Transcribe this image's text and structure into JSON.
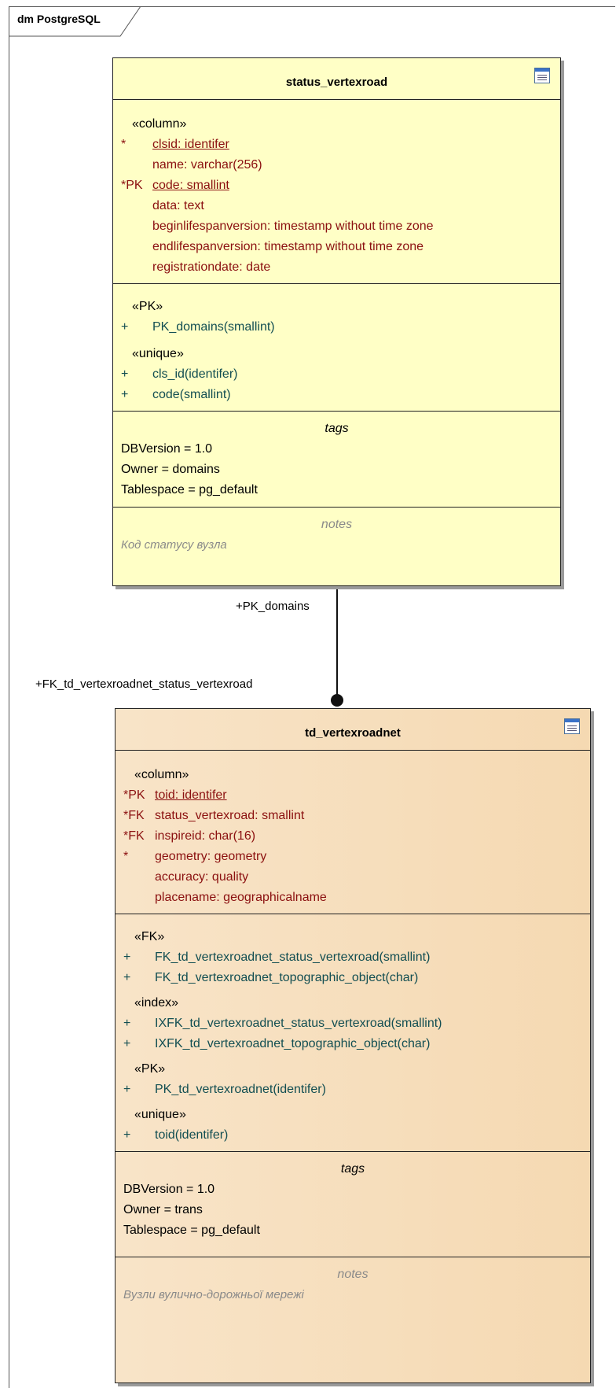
{
  "frame": {
    "label": "dm PostgreSQL"
  },
  "status_vertexroad": {
    "name": "status_vertexroad",
    "column_stereotype": "«column»",
    "columns": [
      {
        "marker": "*",
        "text": "clsid: identifer"
      },
      {
        "marker": "",
        "text": "name: varchar(256)"
      },
      {
        "marker": "*PK",
        "text": "code: smallint"
      },
      {
        "marker": "",
        "text": "data: text"
      },
      {
        "marker": "",
        "text": "beginlifespanversion: timestamp without time zone"
      },
      {
        "marker": "",
        "text": "endlifespanversion: timestamp without time zone"
      },
      {
        "marker": "",
        "text": "registrationdate: date"
      }
    ],
    "pk_stereotype": "«PK»",
    "pk_ops": [
      {
        "marker": "+",
        "text": "PK_domains(smallint)"
      }
    ],
    "unique_stereotype": "«unique»",
    "unique_ops": [
      {
        "marker": "+",
        "text": "cls_id(identifer)"
      },
      {
        "marker": "+",
        "text": "code(smallint)"
      }
    ],
    "tags_header": "tags",
    "tags": [
      "DBVersion = 1.0",
      "Owner = domains",
      "Tablespace = pg_default"
    ],
    "notes_header": "notes",
    "notes": "Код статусу вузла"
  },
  "td_vertexroadnet": {
    "name": "td_vertexroadnet",
    "column_stereotype": "«column»",
    "columns": [
      {
        "marker": "*PK",
        "text": "toid: identifer"
      },
      {
        "marker": "*FK",
        "text": "status_vertexroad: smallint"
      },
      {
        "marker": "*FK",
        "text": "inspireid: char(16)"
      },
      {
        "marker": "*",
        "text": "geometry: geometry"
      },
      {
        "marker": "",
        "text": "accuracy: quality"
      },
      {
        "marker": "",
        "text": "placename: geographicalname"
      }
    ],
    "fk_stereotype": "«FK»",
    "fk_ops": [
      {
        "marker": "+",
        "text": "FK_td_vertexroadnet_status_vertexroad(smallint)"
      },
      {
        "marker": "+",
        "text": "FK_td_vertexroadnet_topographic_object(char)"
      }
    ],
    "index_stereotype": "«index»",
    "index_ops": [
      {
        "marker": "+",
        "text": "IXFK_td_vertexroadnet_status_vertexroad(smallint)"
      },
      {
        "marker": "+",
        "text": "IXFK_td_vertexroadnet_topographic_object(char)"
      }
    ],
    "pk_stereotype": "«PK»",
    "pk_ops": [
      {
        "marker": "+",
        "text": "PK_td_vertexroadnet(identifer)"
      }
    ],
    "unique_stereotype": "«unique»",
    "unique_ops": [
      {
        "marker": "+",
        "text": "toid(identifer)"
      }
    ],
    "tags_header": "tags",
    "tags": [
      "DBVersion = 1.0",
      "Owner = trans",
      "Tablespace = pg_default"
    ],
    "notes_header": "notes",
    "notes": "Вузли вулично-дорожньої мережі"
  },
  "connector": {
    "source_role": "+PK_domains",
    "target_role": "+FK_td_vertexroadnet_status_vertexroad"
  }
}
